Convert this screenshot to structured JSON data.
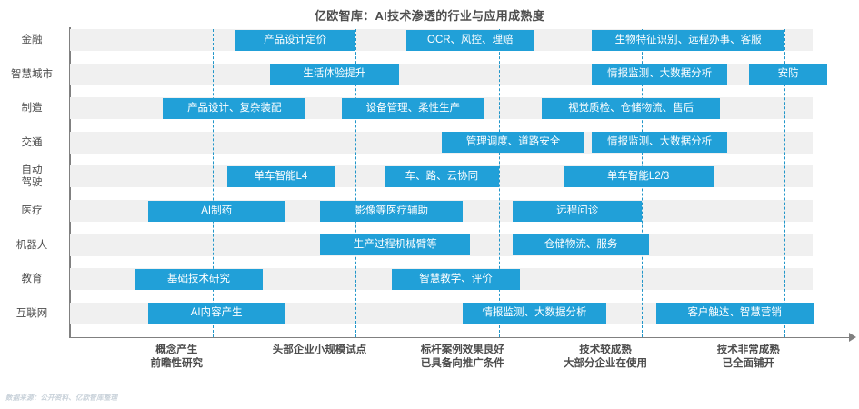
{
  "chart_data": {
    "type": "bar",
    "title": "亿欧智库：AI技术渗透的行业与应用成熟度",
    "xlabel": "",
    "ylabel": "",
    "legend": [],
    "grid": true,
    "xlim": [
      0,
      5
    ],
    "stage_axis": {
      "ticks": [
        1,
        2,
        3,
        4,
        5
      ],
      "labels": [
        [
          "概念产生",
          "前瞻性研究"
        ],
        [
          "头部企业小规模试点",
          ""
        ],
        [
          "标杆案例效果良好",
          "已具备向推广条件"
        ],
        [
          "技术较成熟",
          "大部分企业在使用"
        ],
        [
          "技术非常成熟",
          "已全面铺开"
        ]
      ]
    },
    "categories": [
      "金融",
      "智慧城市",
      "制造",
      "交通",
      "自动\n驾驶",
      "医疗",
      "机器人",
      "教育",
      "互联网"
    ],
    "series": [
      {
        "name": "金融",
        "label": "金融",
        "items": [
          {
            "label": "产品设计定价",
            "start": 1.15,
            "end": 2.0
          },
          {
            "label": "OCR、风控、理赔",
            "start": 2.35,
            "end": 3.25
          },
          {
            "label": "生物特征识别、远程办事、客服",
            "start": 3.65,
            "end": 5.0
          }
        ]
      },
      {
        "name": "智慧城市",
        "label": "智慧城市",
        "items": [
          {
            "label": "生活体验提升",
            "start": 1.4,
            "end": 2.3
          },
          {
            "label": "情报监测、大数据分析",
            "start": 3.65,
            "end": 4.6
          },
          {
            "label": "安防",
            "start": 4.75,
            "end": 5.3
          }
        ]
      },
      {
        "name": "制造",
        "label": "制造",
        "items": [
          {
            "label": "产品设计、复杂装配",
            "start": 0.65,
            "end": 1.65
          },
          {
            "label": "设备管理、柔性生产",
            "start": 1.9,
            "end": 2.9
          },
          {
            "label": "视觉质检、仓储物流、售后",
            "start": 3.3,
            "end": 4.55
          }
        ]
      },
      {
        "name": "交通",
        "label": "交通",
        "items": [
          {
            "label": "管理调度、道路安全",
            "start": 2.6,
            "end": 3.6
          },
          {
            "label": "情报监测、大数据分析",
            "start": 3.65,
            "end": 4.6
          }
        ]
      },
      {
        "name": "自动驾驶",
        "label": "自动\n驾驶",
        "items": [
          {
            "label": "单车智能L4",
            "start": 1.1,
            "end": 1.85
          },
          {
            "label": "车、路、云协同",
            "start": 2.2,
            "end": 3.0
          },
          {
            "label": "单车智能L2/3",
            "start": 3.45,
            "end": 4.5
          }
        ]
      },
      {
        "name": "医疗",
        "label": "医疗",
        "items": [
          {
            "label": "AI制药",
            "start": 0.55,
            "end": 1.5
          },
          {
            "label": "影像等医疗辅助",
            "start": 1.75,
            "end": 2.75
          },
          {
            "label": "远程问诊",
            "start": 3.1,
            "end": 4.0
          }
        ]
      },
      {
        "name": "机器人",
        "label": "机器人",
        "items": [
          {
            "label": "生产过程机械臂等",
            "start": 1.75,
            "end": 2.8
          },
          {
            "label": "仓储物流、服务",
            "start": 3.1,
            "end": 4.05
          }
        ]
      },
      {
        "name": "教育",
        "label": "教育",
        "items": [
          {
            "label": "基础技术研究",
            "start": 0.45,
            "end": 1.35
          },
          {
            "label": "智慧教学、评价",
            "start": 2.25,
            "end": 3.15
          }
        ]
      },
      {
        "name": "互联网",
        "label": "互联网",
        "items": [
          {
            "label": "AI内容产生",
            "start": 0.55,
            "end": 1.5
          },
          {
            "label": "情报监测、大数据分析",
            "start": 2.75,
            "end": 3.75
          },
          {
            "label": "客户触达、智慧营销",
            "start": 4.1,
            "end": 5.2
          }
        ]
      }
    ]
  },
  "footnote": "数据来源：公开资料、亿欧智库整理",
  "colors": {
    "bar": "#21a0d8",
    "band": "#f0f0f0",
    "gridline": "#2196c9",
    "axis": "#808080",
    "title": "#4d4d4d",
    "footnote": "#c9d2da"
  }
}
